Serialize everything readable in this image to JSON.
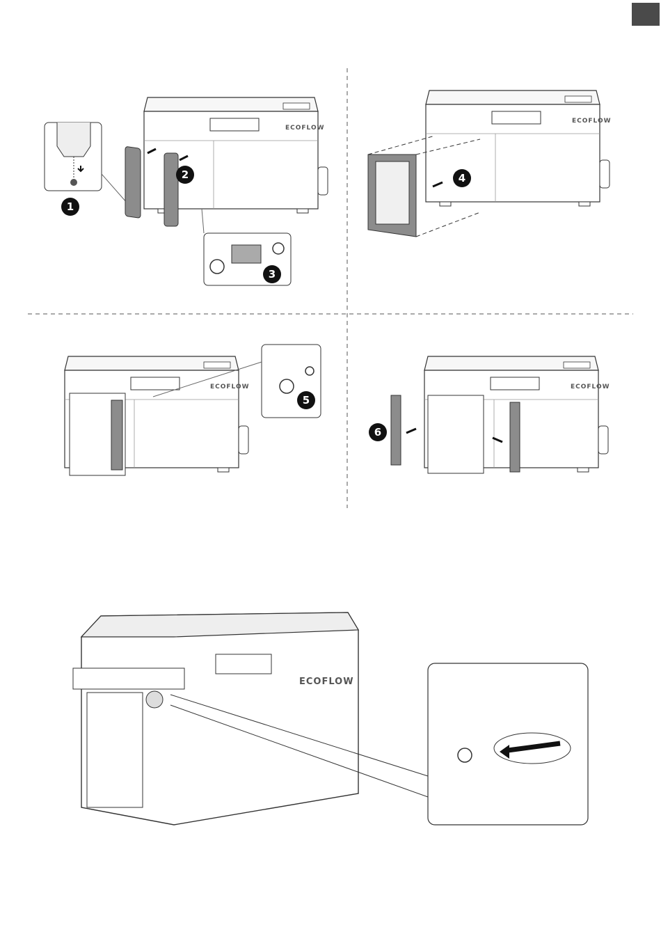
{
  "brand": "ECOFLOW",
  "steps": [
    {
      "num": "1",
      "style": "filled"
    },
    {
      "num": "2",
      "style": "filled"
    },
    {
      "num": "3",
      "style": "filled"
    },
    {
      "num": "4",
      "style": "filled"
    },
    {
      "num": "5",
      "style": "filled"
    },
    {
      "num": "6",
      "style": "filled"
    }
  ],
  "colors": {
    "tab": "#4a4a4a",
    "line": "#333333",
    "grey": "#8c8c8c",
    "light": "#e6e6e6"
  }
}
